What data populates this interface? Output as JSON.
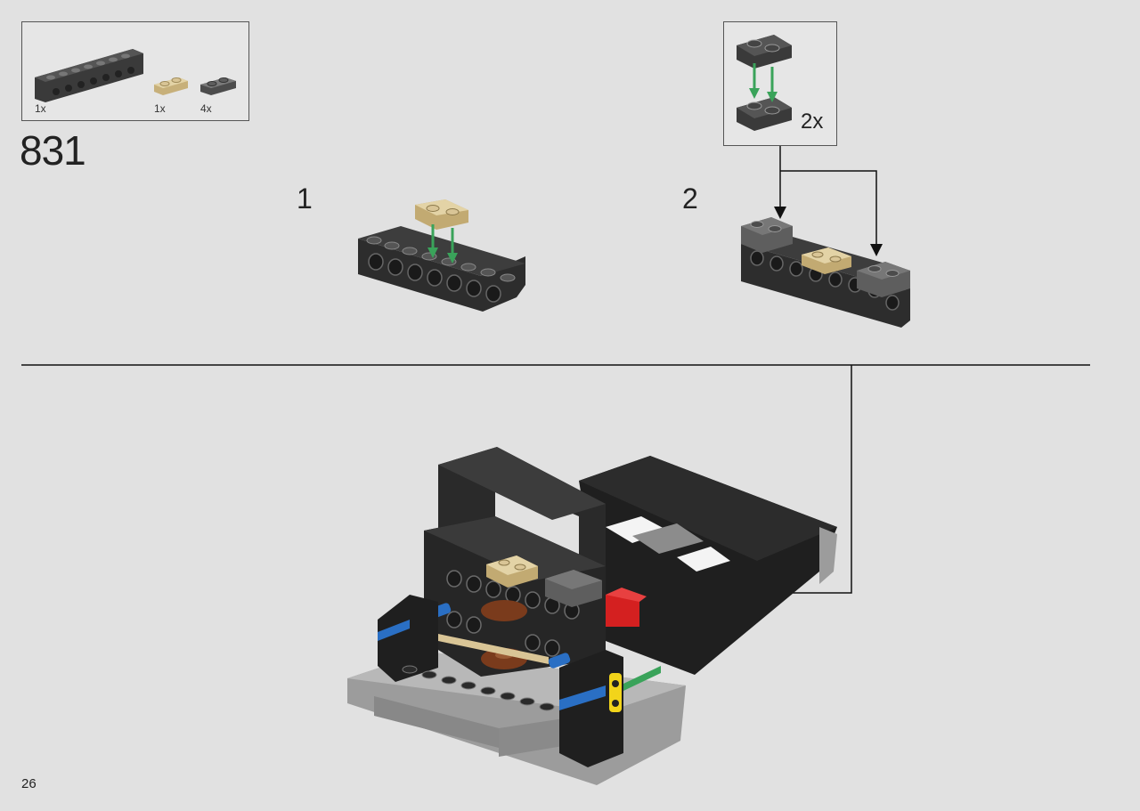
{
  "parts_list": {
    "items": [
      {
        "part": "dark-grey-technic-brick-1x8",
        "color": "#3a3a3a",
        "qty": "1x"
      },
      {
        "part": "tan-plate-1x2",
        "color": "#d9c596",
        "qty": "1x"
      },
      {
        "part": "dark-grey-plate-1x2",
        "color": "#5e5e5e",
        "qty": "4x"
      }
    ]
  },
  "step": {
    "number": "831"
  },
  "substeps": [
    {
      "number": "1"
    },
    {
      "number": "2"
    }
  ],
  "callout": {
    "multiplier": "2x"
  },
  "page": {
    "number": "26"
  },
  "colors": {
    "background": "#e1e1e1",
    "dark_grey": "#3a3a3a",
    "mid_grey": "#5e5e5e",
    "light_grey": "#a9a9a9",
    "tan": "#d9c596",
    "black": "#1c1c1c",
    "arrow_green": "#3aa35a",
    "red": "#d42020",
    "blue": "#2a6fc4",
    "yellow": "#f2d41a",
    "brown": "#7a3b1c",
    "white": "#f4f4f4"
  }
}
